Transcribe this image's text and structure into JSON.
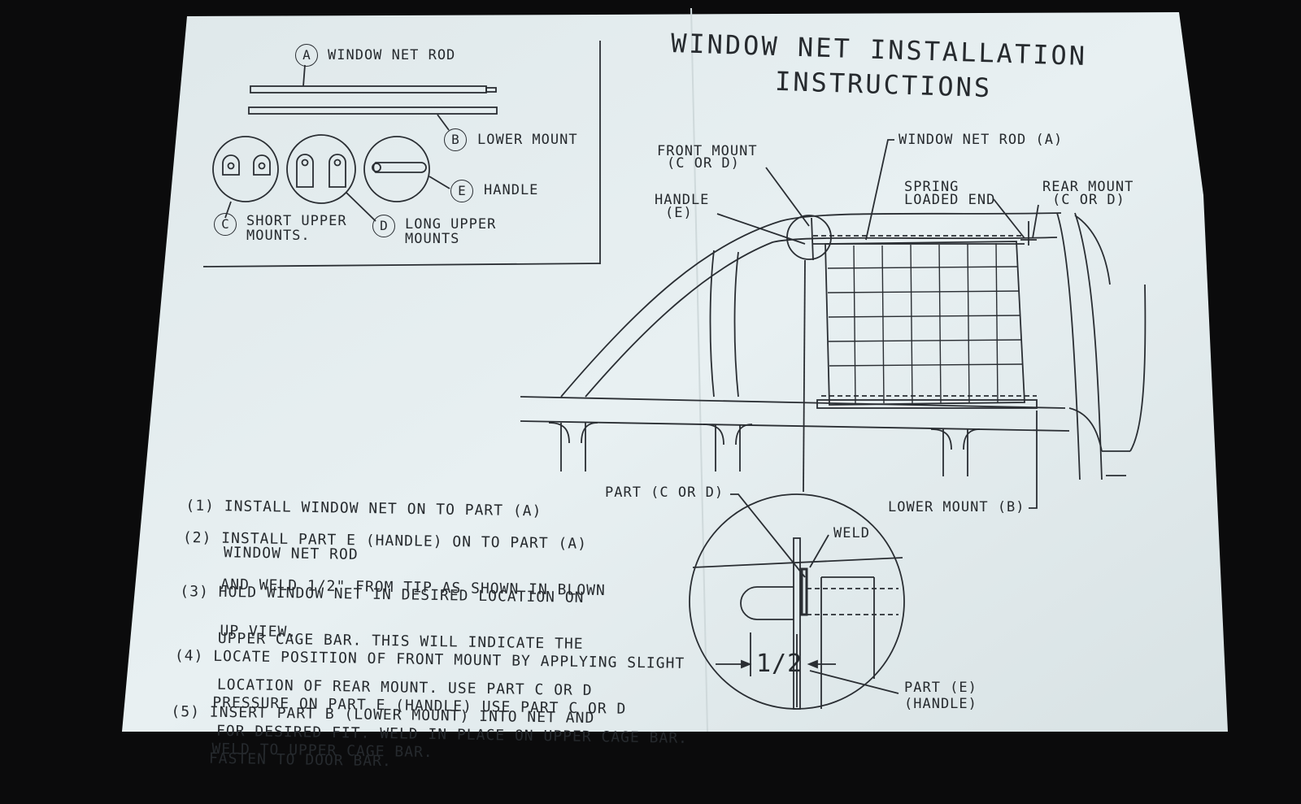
{
  "document": {
    "title_line1": "WINDOW NET INSTALLATION",
    "title_line2": "INSTRUCTIONS"
  },
  "parts_legend": {
    "a_letter": "A",
    "a_label": "WINDOW NET ROD",
    "b_letter": "B",
    "b_label": "LOWER MOUNT",
    "c_letter": "C",
    "c_label_line1": "SHORT UPPER",
    "c_label_line2": "MOUNTS.",
    "d_letter": "D",
    "d_label_line1": "LONG UPPER",
    "d_label_line2": "MOUNTS",
    "e_letter": "E",
    "e_label": "HANDLE"
  },
  "main_diagram": {
    "front_mount_line1": "FRONT MOUNT",
    "front_mount_line2": "(C OR D)",
    "handle_line1": "HANDLE",
    "handle_line2": "(E)",
    "window_net_rod": "WINDOW NET ROD (A)",
    "spring_line1": "SPRING",
    "spring_line2": "LOADED END",
    "rear_mount_line1": "REAR MOUNT",
    "rear_mount_line2": "(C OR D)",
    "part_c_or_d": "PART (C OR D)",
    "lower_mount": "LOWER MOUNT (B)",
    "weld": "WELD",
    "half_inch": "1/2",
    "part_e_line1": "PART (E)",
    "part_e_line2": "(HANDLE)"
  },
  "steps": [
    {
      "line1": "(1) INSTALL WINDOW NET ON TO PART (A)",
      "line2": "    WINDOW NET ROD"
    },
    {
      "line1": "(2) INSTALL PART E (HANDLE) ON TO PART (A)",
      "line2": "    AND WELD 1/2\" FROM TIP AS SHOWN IN BLOWN",
      "line3": "    UP VIEW."
    },
    {
      "line1": "(3) HOLD WINDOW NET IN DESIRED LOCATION ON",
      "line2": "    UPPER CAGE BAR. THIS WILL INDICATE THE",
      "line3": "    LOCATION OF REAR MOUNT. USE PART C OR D",
      "line4": "    FOR DESIRED FIT. WELD IN PLACE ON UPPER CAGE BAR."
    },
    {
      "line1": "(4) LOCATE POSITION OF FRONT MOUNT BY APPLYING SLIGHT",
      "line2": "    PRESSURE ON PART E (HANDLE) USE PART C OR D",
      "line3": "    WELD TO UPPER CAGE BAR."
    },
    {
      "line1": "(5) INSERT PART B (LOWER MOUNT) INTO NET AND",
      "line2": "    FASTEN TO DOOR BAR."
    }
  ],
  "colors": {
    "paper": "#e6eef0",
    "ink": "#262a2e",
    "background": "#0b0b0c"
  }
}
